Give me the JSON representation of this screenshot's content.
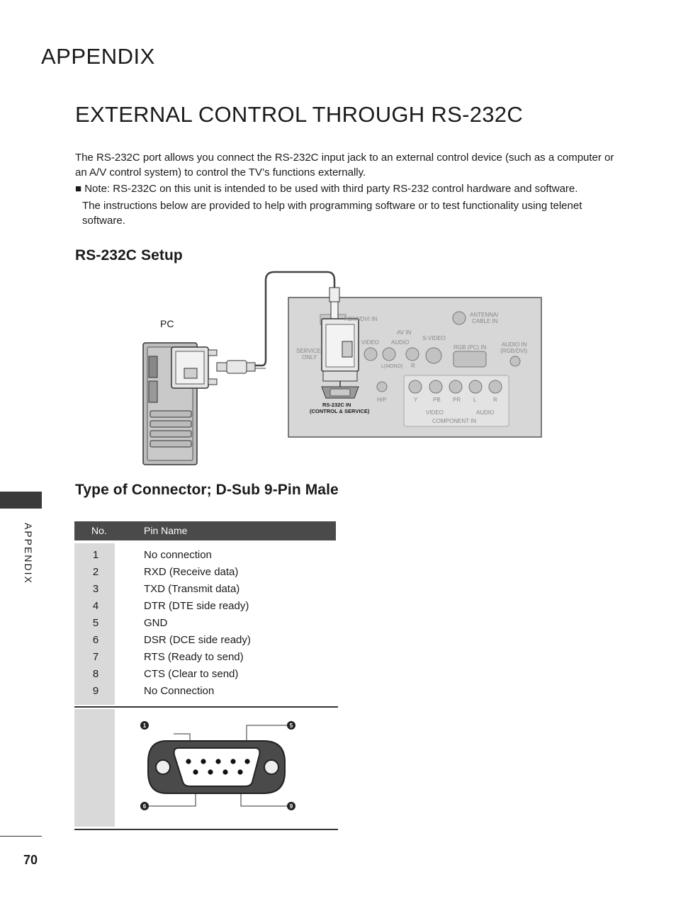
{
  "header": {
    "title": "APPENDIX"
  },
  "page": {
    "title": "EXTERNAL CONTROL THROUGH RS-232C",
    "intro": "The RS-232C port allows you connect the RS-232C input jack to an external control device (such as a computer or an A/V control system) to control the TV’s functions externally.",
    "note_line1": "■ Note: RS-232C on this unit is intended to be used with third party RS-232 control hardware and software.",
    "note_line2": "The instructions below are provided to help with programming software or to test functionality using telenet software."
  },
  "setup": {
    "heading": "RS-232C Setup",
    "pc_label": "PC",
    "panel_labels": {
      "hdmi": "HDMI/DVI IN",
      "antenna": "ANTENNA/",
      "cable": "CABLE IN",
      "av_in": "AV IN",
      "video": "VIDEO",
      "audio": "AUDIO",
      "svideo": "S-VIDEO",
      "service": "SERVICE",
      "only": "ONLY",
      "rgb_pc": "RGB (PC) IN",
      "audio_in": "AUDIO IN",
      "rgb_dvi": "(RGB/DVI)",
      "l_mono": "L(MONO)",
      "r": "R",
      "rs232c_in": "RS-232C IN",
      "control_service": "(CONTROL & SERVICE)",
      "hp": "H/P",
      "y": "Y",
      "pb": "PB",
      "pr": "PR",
      "l": "L",
      "r2": "R",
      "video2": "VIDEO",
      "audio2": "AUDIO",
      "component_in": "COMPONENT IN"
    }
  },
  "connector": {
    "heading": "Type of Connector; D-Sub 9-Pin Male",
    "col_no": "No.",
    "col_pin": "Pin Name",
    "pins": [
      {
        "no": "1",
        "name": "No connection"
      },
      {
        "no": "2",
        "name": "RXD (Receive data)"
      },
      {
        "no": "3",
        "name": "TXD (Transmit data)"
      },
      {
        "no": "4",
        "name": "DTR (DTE side ready)"
      },
      {
        "no": "5",
        "name": "GND"
      },
      {
        "no": "6",
        "name": "DSR (DCE side ready)"
      },
      {
        "no": "7",
        "name": "RTS (Ready to send)"
      },
      {
        "no": "8",
        "name": "CTS (Clear to send)"
      },
      {
        "no": "9",
        "name": "No Connection"
      }
    ],
    "callouts": {
      "c1": "1",
      "c5": "5",
      "c6": "6",
      "c9": "9"
    }
  },
  "sidebar": {
    "label": "APPENDIX"
  },
  "footer": {
    "page_number": "70"
  }
}
